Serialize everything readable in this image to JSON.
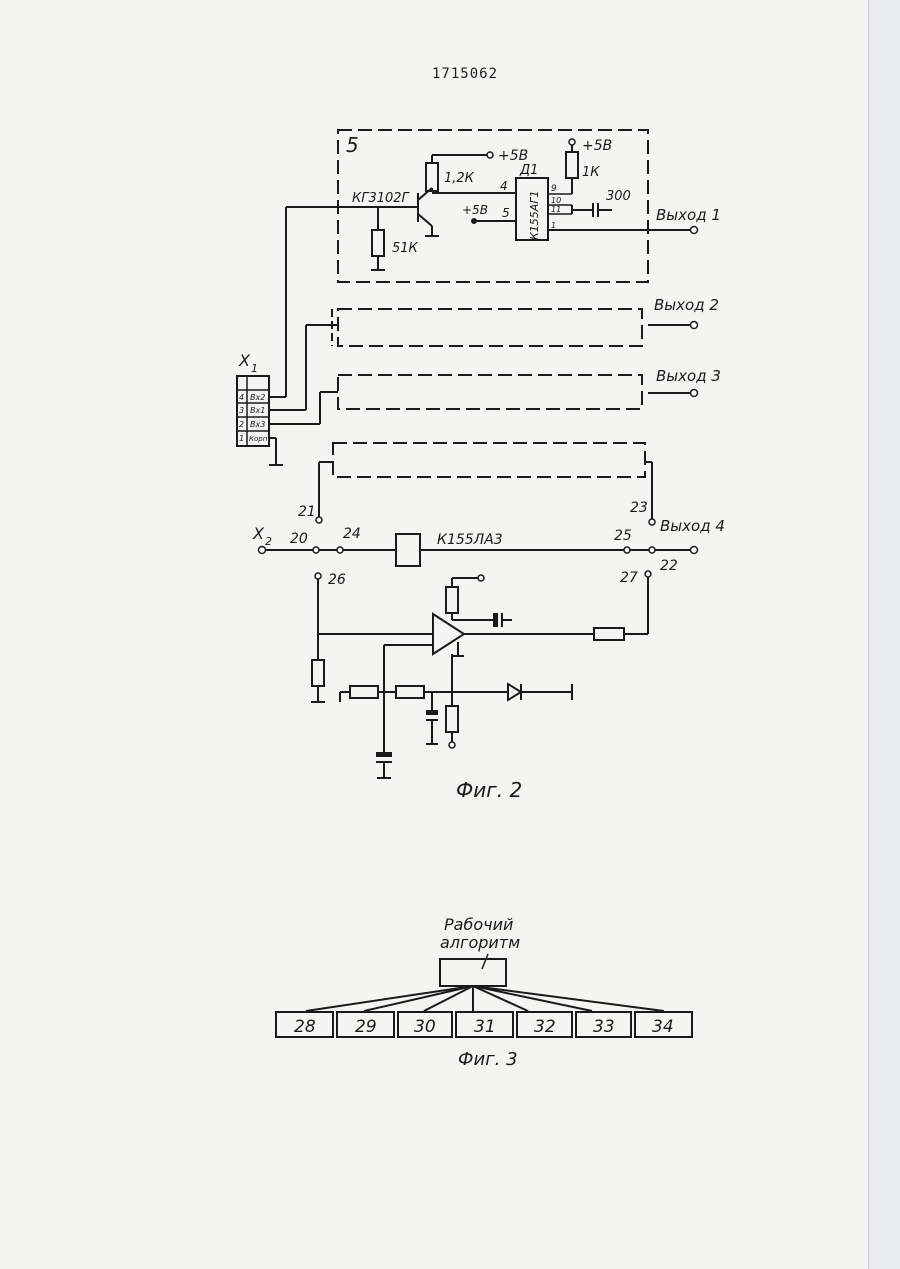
{
  "document": {
    "patent_number": "1715062"
  },
  "fig2": {
    "caption": "Фиг. 2",
    "block_number": "5",
    "transistor_label": "КГ3102Г",
    "chip_ref": "Д1",
    "chip_type": "К155АГ1",
    "supply_1": "+5В",
    "supply_2": "+5В",
    "supply_3": "+5В",
    "r1": "1,2К",
    "r2": "1К",
    "r3": "51К",
    "cap": "300",
    "pin_4": "4",
    "pin_5": "5",
    "pin_9": "9",
    "pin_10": "10",
    "pin_11": "11",
    "pin_1": "1",
    "output_1": "Выход 1",
    "output_2": "Выход 2",
    "output_3": "Выход 3",
    "output_4": "Выход 4",
    "connector_x1": "X",
    "connector_x1_sub": "1",
    "connector_x2": "X",
    "connector_x2_sub": "2",
    "x1_pins": [
      {
        "num": "4",
        "label": "Вх2"
      },
      {
        "num": "3",
        "label": "Вх1"
      },
      {
        "num": "2",
        "label": "Вх3"
      },
      {
        "num": "1",
        "label": "Корп"
      }
    ],
    "gate_label": "К155ЛА3",
    "nodes": {
      "n20": "20",
      "n21": "21",
      "n22": "22",
      "n23": "23",
      "n24": "24",
      "n25": "25",
      "n26": "26",
      "n27": "27"
    }
  },
  "fig3": {
    "caption": "Фиг. 3",
    "root_label_line1": "Рабочий",
    "root_label_line2": "алгоритм",
    "boxes": [
      "28",
      "29",
      "30",
      "31",
      "32",
      "33",
      "34"
    ]
  }
}
